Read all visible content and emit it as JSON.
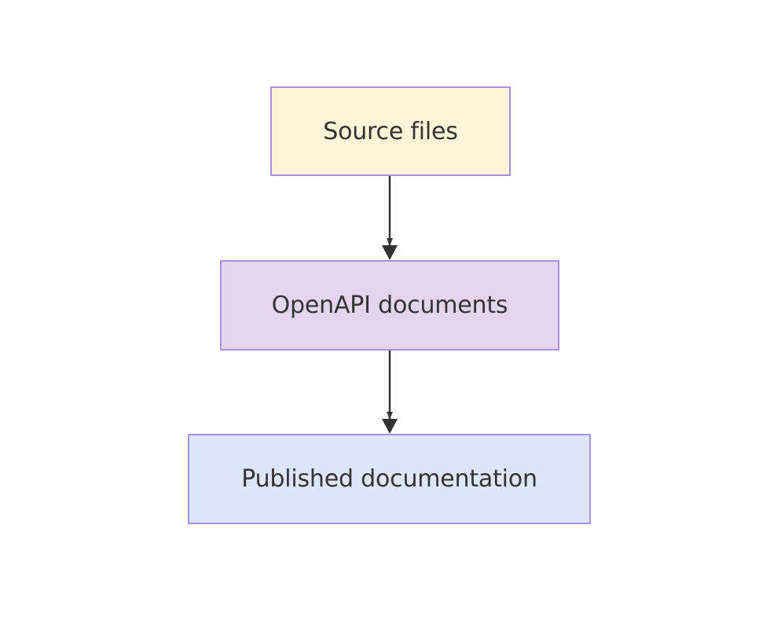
{
  "diagram": {
    "type": "flowchart",
    "direction": "top-to-bottom",
    "background_color": "#ffffff",
    "nodes": [
      {
        "id": "source-files",
        "label": "Source files",
        "fill_color": "#fdf3d7",
        "border_color": "#a98fe0",
        "text_color": "#333333"
      },
      {
        "id": "openapi-documents",
        "label": "OpenAPI documents",
        "fill_color": "#e4d5ed",
        "border_color": "#a98fe0",
        "text_color": "#333333"
      },
      {
        "id": "published-documentation",
        "label": "Published documentation",
        "fill_color": "#dce6f8",
        "border_color": "#a98fe0",
        "text_color": "#333333"
      }
    ],
    "edges": [
      {
        "id": "edge-source-to-openapi",
        "from": "source-files",
        "to": "openapi-documents",
        "label": "",
        "color": "#333333",
        "arrowhead": "filled-triangle"
      },
      {
        "id": "edge-openapi-to-published",
        "from": "openapi-documents",
        "to": "published-documentation",
        "label": "",
        "color": "#333333",
        "arrowhead": "filled-triangle"
      }
    ]
  }
}
